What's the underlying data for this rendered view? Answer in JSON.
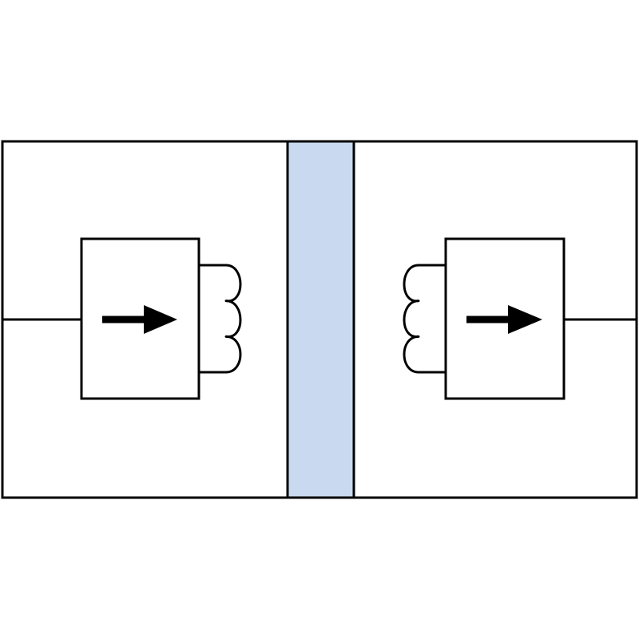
{
  "diagram": {
    "background": "#ffffff",
    "stroke_color": "#000000",
    "barrier_fill": "#c9daf0",
    "left_panel": {
      "block_icon": "right-arrow-icon",
      "coil_icon": "inductor-coil-icon",
      "coil_turns": 3,
      "coil_side": "right"
    },
    "barrier": {
      "icon": "isolation-barrier"
    },
    "right_panel": {
      "block_icon": "right-arrow-icon",
      "coil_icon": "inductor-coil-icon",
      "coil_turns": 3,
      "coil_side": "left"
    }
  }
}
